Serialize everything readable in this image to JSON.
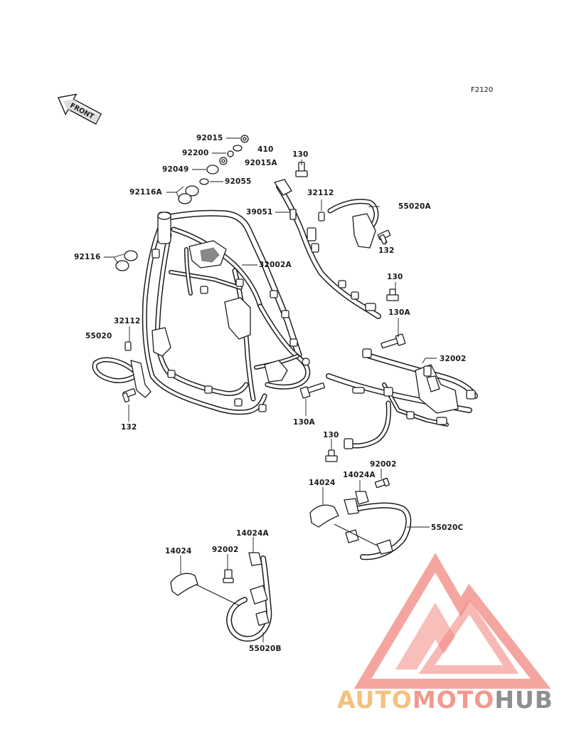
{
  "diagram_code": "F2120",
  "front_arrow_label": "FRONT",
  "watermark": {
    "part1": "AUTO",
    "part2": "MOTO",
    "part3": "HUB",
    "colors": {
      "part1": "#f4c17f",
      "part2": "#f2998f",
      "part3": "#8f8f8f",
      "logo": "#f0736b"
    }
  },
  "part_labels": {
    "p92015": "92015",
    "p410": "410",
    "p92200": "92200",
    "p92015A": "92015A",
    "p92049": "92049",
    "p92055": "92055",
    "p92116A": "92116A",
    "p92116": "92116",
    "p130_top": "130",
    "p32112_top": "32112",
    "p55020A": "55020A",
    "p39051": "39051",
    "p32002A": "32002A",
    "p132_right": "132",
    "p130_mid": "130",
    "p130A_mid": "130A",
    "p32112_left": "32112",
    "p55020": "55020",
    "p32002": "32002",
    "p132_left": "132",
    "p130A_low": "130A",
    "p130_low": "130",
    "p92002_right": "92002",
    "p14024A_right": "14024A",
    "p14024_right": "14024",
    "p55020C": "55020C",
    "p14024A_left": "14024A",
    "p14024_left": "14024",
    "p92002_left": "92002",
    "p55020B": "55020B"
  }
}
